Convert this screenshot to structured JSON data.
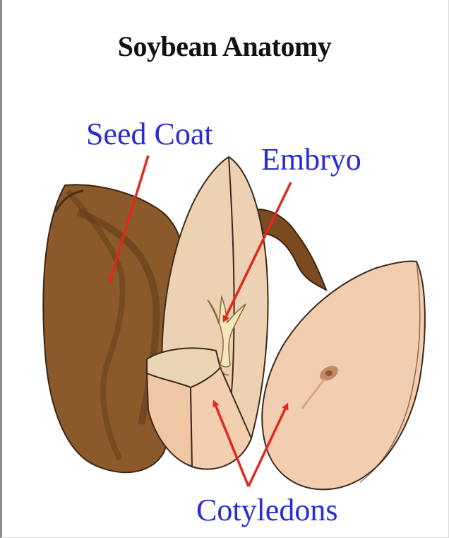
{
  "title": "Soybean Anatomy",
  "labels": {
    "seed_coat": "Seed Coat",
    "embryo": "Embryo",
    "cotyledons": "Cotyledons"
  },
  "colors": {
    "label": "#2a2ad6",
    "arrow": "#e0281e",
    "seed_coat": "#8b5a2b",
    "seed_coat_dark": "#6e4520",
    "cotyledon": "#f0c7a4",
    "embryo": "#f5e7b8"
  }
}
